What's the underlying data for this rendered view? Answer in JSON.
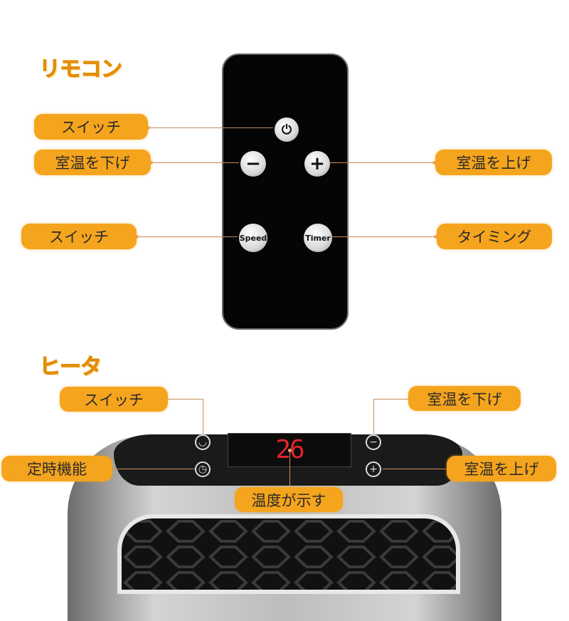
{
  "remote": {
    "title": "リモコン",
    "speed": "Speed",
    "timer": "Timer",
    "labels": {
      "switch1": "スイッチ",
      "temp_down": "室温を下げ",
      "temp_up": "室温を上げ",
      "switch2": "スイッチ",
      "timing": "タイミング"
    }
  },
  "heater": {
    "title": "ヒータ",
    "display_value": "26",
    "labels": {
      "switch": "スイッチ",
      "temp_down": "室温を下げ",
      "timer_function": "定時機能",
      "temp_up": "室温を上げ",
      "temp_display": "温度が示す"
    }
  },
  "colors": {
    "label_bg": "#f5a41d",
    "title": "#f6a21b",
    "display": "#e0262b"
  }
}
